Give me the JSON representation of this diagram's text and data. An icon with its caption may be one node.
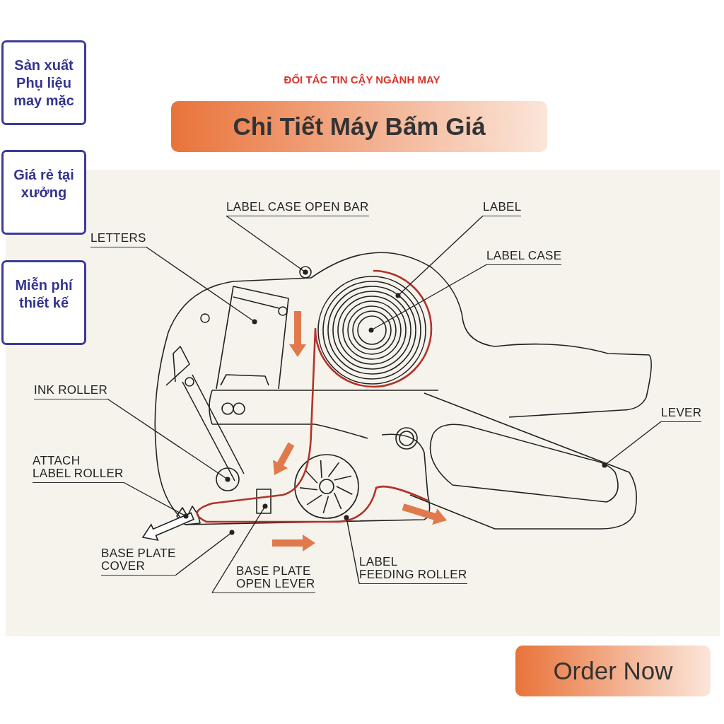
{
  "diagram": {
    "title": "Chi Tiết Máy Bấm Giá",
    "nodes": [
      {
        "text": [
          "Sản xuất Phụ liệu may mặc"
        ]
      },
      {
        "text": [
          "Giá rẻ tại xưởng"
        ]
      },
      {
        "text": [
          "Miễn phí thiết kế"
        ]
      },
      {
        "text": [
          "LABEL CASE OPEN BAR"
        ]
      },
      {
        "text": [
          "LABEL"
        ]
      },
      {
        "text": [
          "LABEL CASE"
        ]
      },
      {
        "text": [
          "LETTERS"
        ]
      },
      {
        "text": [
          "INK ROLLER"
        ]
      },
      {
        "text": [
          "LEVER"
        ]
      },
      {
        "text": [
          "ATTACH LABEL ROLLER"
        ]
      },
      {
        "text": [
          "BASE PLATE COVER"
        ]
      },
      {
        "text": [
          "BASE PLATE OPEN LEVER"
        ]
      },
      {
        "text": [
          "LABEL FEEDING ROLLER"
        ]
      },
      {
        "text": [
          "Order Now"
        ]
      }
    ],
    "edges": [
      {
        "from": 3,
        "to": null,
        "arrow": "other"
      },
      {
        "from": 4,
        "to": null,
        "arrow": "other"
      },
      {
        "from": 5,
        "to": null,
        "arrow": "other"
      },
      {
        "from": 6,
        "to": null,
        "arrow": "other"
      },
      {
        "from": 7,
        "to": null,
        "arrow": "other"
      },
      {
        "from": 8,
        "to": null,
        "arrow": "other"
      },
      {
        "from": 9,
        "to": null,
        "arrow": "other"
      },
      {
        "from": 10,
        "to": null,
        "arrow": "other"
      },
      {
        "from": 11,
        "to": null,
        "arrow": "other"
      },
      {
        "from": 12,
        "to": null,
        "arrow": "other"
      }
    ],
    "labels": [
      "ĐỐI TÁC TIN CẬY NGÀNH MAY"
    ]
  }
}
